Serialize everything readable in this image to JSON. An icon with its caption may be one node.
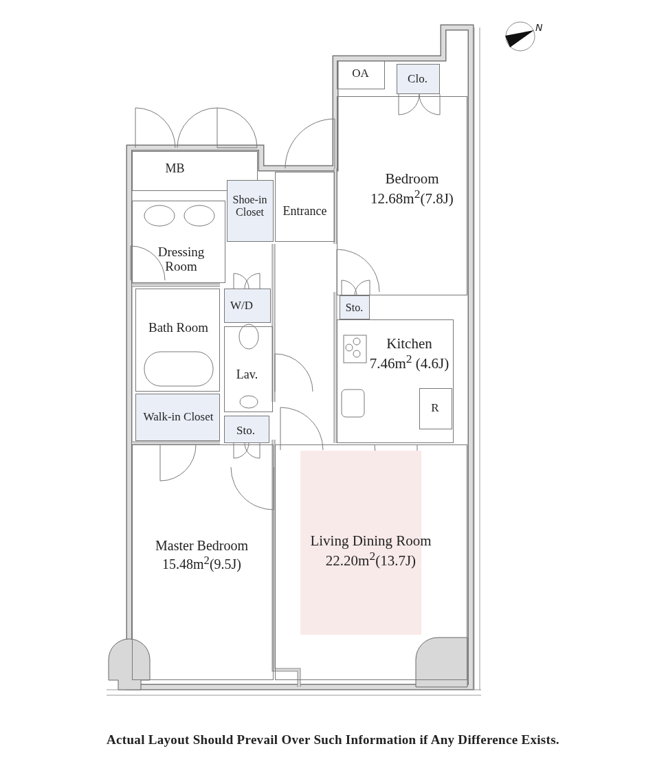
{
  "diagram": {
    "caption": "Actual Layout Should Prevail Over Such Information if Any Difference Exists.",
    "nodes": [
      {
        "text": [
          "OA"
        ]
      },
      {
        "text": [
          "Clo."
        ]
      },
      {
        "text": [
          "MB"
        ]
      },
      {
        "text": [
          "Bedroom",
          "12.68m$^{2}$(7.8J)"
        ]
      },
      {
        "text": [
          "Shoe-in Closet"
        ]
      },
      {
        "text": [
          "Entrance"
        ]
      },
      {
        "text": [
          "Dressing Room"
        ]
      },
      {
        "text": [
          "W/D"
        ]
      },
      {
        "text": [
          "Sto."
        ]
      },
      {
        "text": [
          "Bath Room"
        ]
      },
      {
        "text": [
          "Kitchen",
          "7.46m$^{2}$ (4.6J)"
        ]
      },
      {
        "text": [
          "Lav."
        ]
      },
      {
        "text": [
          "Walk-in Closet"
        ]
      },
      {
        "text": [
          "Sto."
        ]
      },
      {
        "text": [
          "R"
        ],
        "in": 10
      },
      {
        "text": [
          "Master Bedroom",
          "15.48m$^{2}$(9.5J)"
        ]
      },
      {
        "text": [
          "Living Dining Room",
          "22.20m$^{2}$(13.7J)"
        ]
      }
    ],
    "labels": [
      "N"
    ]
  }
}
